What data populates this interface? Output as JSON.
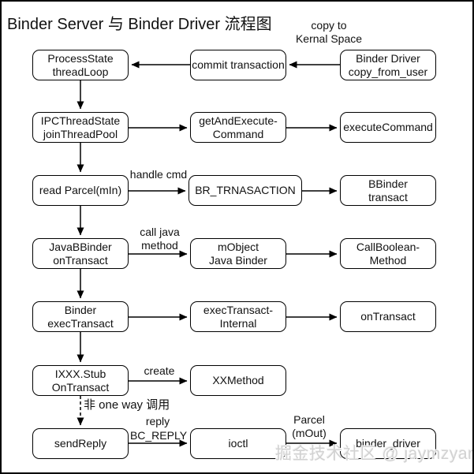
{
  "title": "Binder Server 与 Binder Driver 流程图",
  "watermark": "掘金技术社区 @ jaymzyang",
  "nodes": {
    "process_state": "ProcessState\nthreadLoop",
    "commit_transaction": "commit transaction",
    "binder_driver_copy": "Binder Driver\ncopy_from_user",
    "ipc_thread_state": "IPCThreadState\njoinThreadPool",
    "get_and_execute": "getAndExecute-\nCommand",
    "execute_command": "executeCommand",
    "read_parcel": "read Parcel(mIn)",
    "br_transaction": "BR_TRNASACTION",
    "bbinder_transact": "BBinder\ntransact",
    "javabbinder": "JavaBBinder\nonTransact",
    "mobject": "mObject\nJava Binder",
    "call_boolean": "CallBoolean-\nMethod",
    "binder_exec": "Binder\nexecTransact",
    "exec_internal": "execTransact-\nInternal",
    "on_transact": "onTransact",
    "ixxx_stub": "IXXX.Stub\nOnTransact",
    "xx_method": "XXMethod",
    "send_reply": "sendReply",
    "ioctl": "ioctl",
    "binder_driver": "binder_driver"
  },
  "edge_labels": {
    "copy_to": "copy to\nKernal Space",
    "handle_cmd": "handle cmd",
    "call_java": "call java\nmethod",
    "create": "create",
    "non_oneway": "非 one way 调用",
    "reply": "reply",
    "bc_reply": "BC_REPLY",
    "parcel_mout": "Parcel\n(mOut)"
  },
  "colors": {
    "stroke": "#000000",
    "background": "#ffffff",
    "watermark": "#d2d2d2"
  }
}
